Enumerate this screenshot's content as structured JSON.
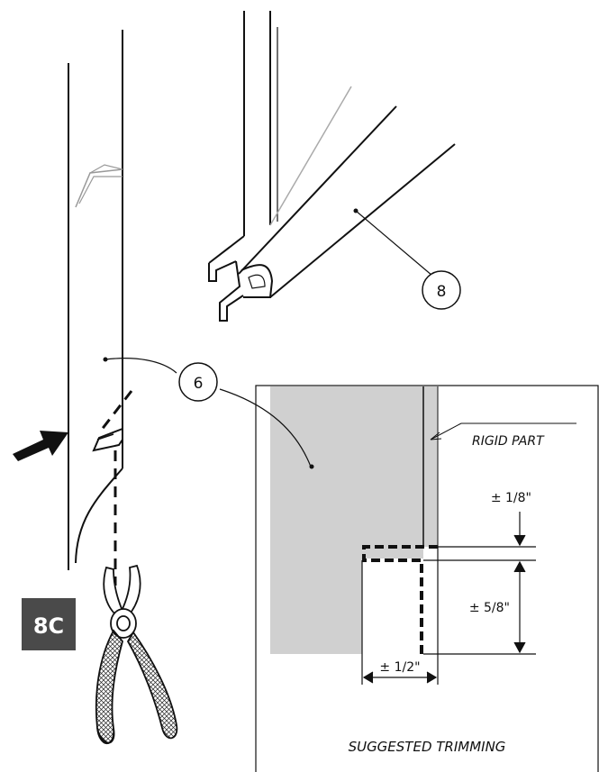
{
  "step_badge": {
    "label": "8C",
    "bg_color": "#4a4a4a",
    "text_color": "#ffffff"
  },
  "callouts": {
    "part_6": "6",
    "part_8": "8"
  },
  "detail": {
    "rigid_part_label": "RIGID PART",
    "dim_vertical_top": "± 1/8\"",
    "dim_vertical_main": "± 5/8\"",
    "dim_horizontal": "± 1/2\"",
    "caption": "SUGGESTED TRIMMING",
    "panel_fill": "#d0d0d0"
  },
  "icons": [
    "arrow-icon",
    "pliers-icon"
  ]
}
